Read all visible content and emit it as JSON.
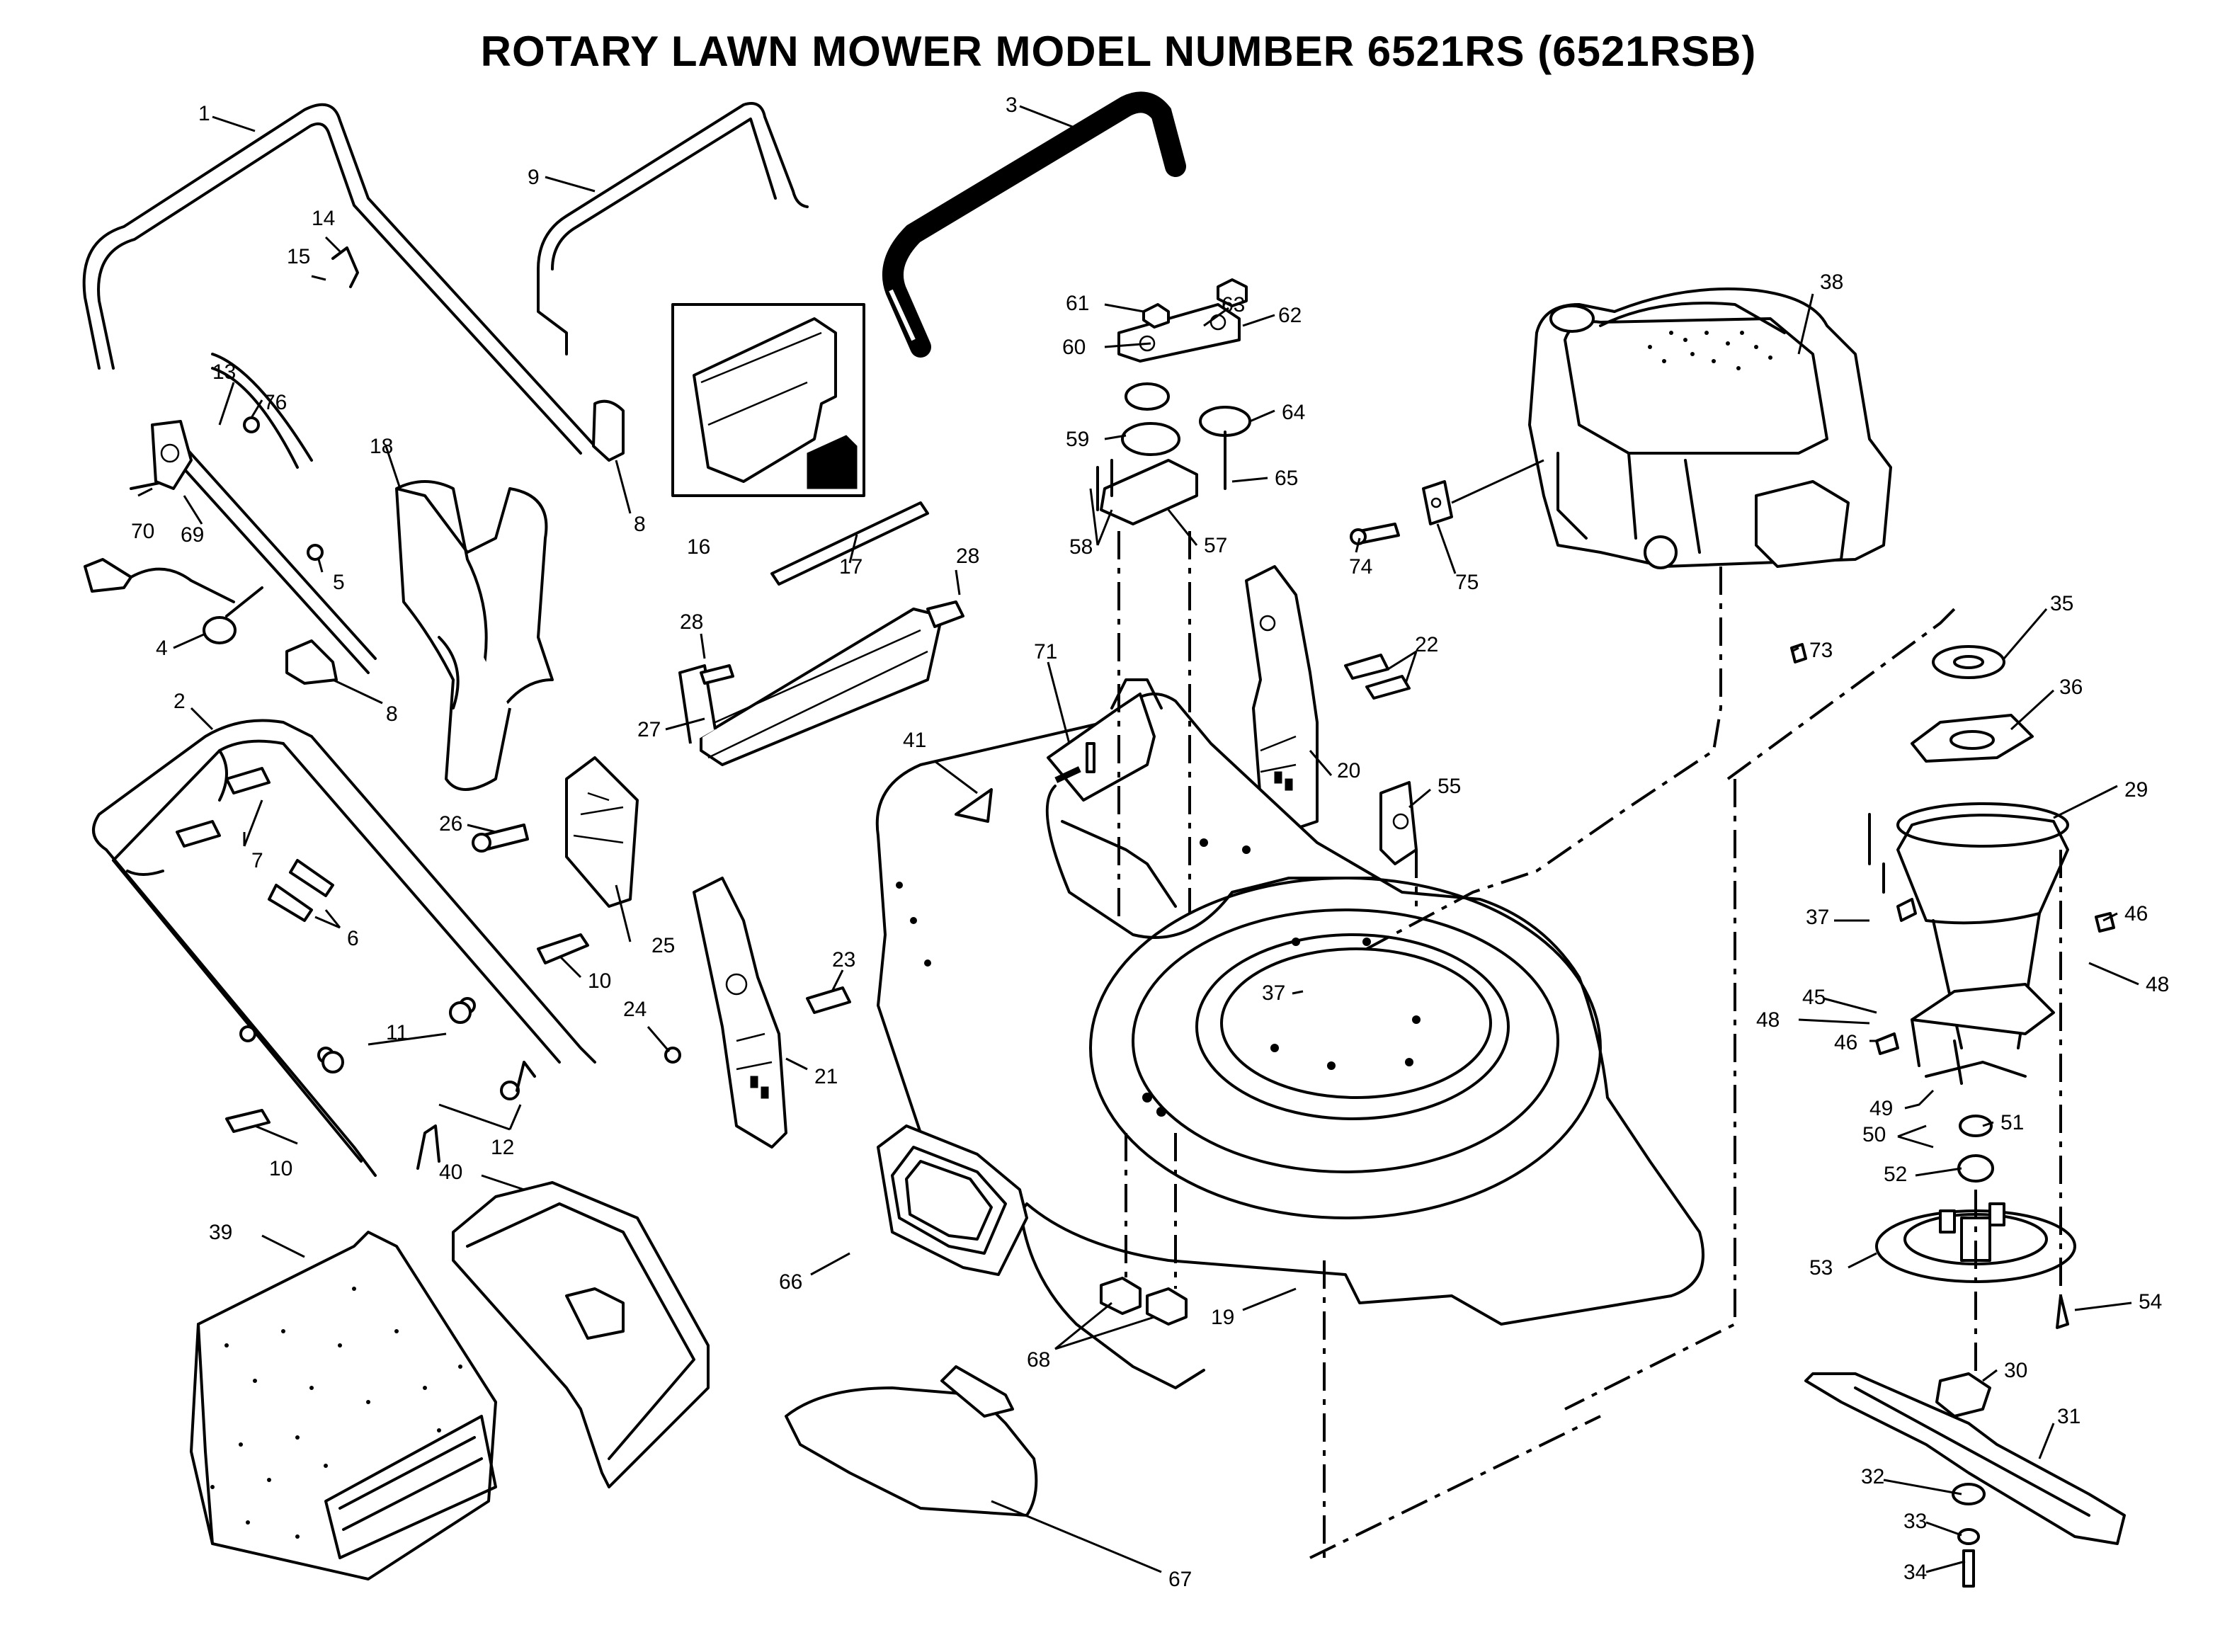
{
  "title": "ROTARY LAWN MOWER MODEL NUMBER 6521RS (6521RSB)",
  "callouts": [
    {
      "id": "c1",
      "text": "1"
    },
    {
      "id": "c2",
      "text": "2"
    },
    {
      "id": "c3",
      "text": "3"
    },
    {
      "id": "c4",
      "text": "4"
    },
    {
      "id": "c5",
      "text": "5"
    },
    {
      "id": "c6",
      "text": "6"
    },
    {
      "id": "c7",
      "text": "7"
    },
    {
      "id": "c8a",
      "text": "8"
    },
    {
      "id": "c8b",
      "text": "8"
    },
    {
      "id": "c9",
      "text": "9"
    },
    {
      "id": "c10a",
      "text": "10"
    },
    {
      "id": "c10b",
      "text": "10"
    },
    {
      "id": "c11",
      "text": "11"
    },
    {
      "id": "c12",
      "text": "12"
    },
    {
      "id": "c13",
      "text": "13"
    },
    {
      "id": "c14",
      "text": "14"
    },
    {
      "id": "c15",
      "text": "15"
    },
    {
      "id": "c16",
      "text": "16"
    },
    {
      "id": "c17",
      "text": "17"
    },
    {
      "id": "c18",
      "text": "18"
    },
    {
      "id": "c19",
      "text": "19"
    },
    {
      "id": "c20",
      "text": "20"
    },
    {
      "id": "c21",
      "text": "21"
    },
    {
      "id": "c22",
      "text": "22"
    },
    {
      "id": "c23",
      "text": "23"
    },
    {
      "id": "c24",
      "text": "24"
    },
    {
      "id": "c25",
      "text": "25"
    },
    {
      "id": "c26",
      "text": "26"
    },
    {
      "id": "c27",
      "text": "27"
    },
    {
      "id": "c28a",
      "text": "28"
    },
    {
      "id": "c28b",
      "text": "28"
    },
    {
      "id": "c29",
      "text": "29"
    },
    {
      "id": "c30",
      "text": "30"
    },
    {
      "id": "c31",
      "text": "31"
    },
    {
      "id": "c32",
      "text": "32"
    },
    {
      "id": "c33",
      "text": "33"
    },
    {
      "id": "c34",
      "text": "34"
    },
    {
      "id": "c35",
      "text": "35"
    },
    {
      "id": "c36",
      "text": "36"
    },
    {
      "id": "c37a",
      "text": "37"
    },
    {
      "id": "c37b",
      "text": "37"
    },
    {
      "id": "c38",
      "text": "38"
    },
    {
      "id": "c39",
      "text": "39"
    },
    {
      "id": "c40",
      "text": "40"
    },
    {
      "id": "c41",
      "text": "41"
    },
    {
      "id": "c45",
      "text": "45"
    },
    {
      "id": "c46a",
      "text": "46"
    },
    {
      "id": "c46b",
      "text": "46"
    },
    {
      "id": "c48a",
      "text": "48"
    },
    {
      "id": "c48b",
      "text": "48"
    },
    {
      "id": "c49",
      "text": "49"
    },
    {
      "id": "c50",
      "text": "50"
    },
    {
      "id": "c51",
      "text": "51"
    },
    {
      "id": "c52",
      "text": "52"
    },
    {
      "id": "c53",
      "text": "53"
    },
    {
      "id": "c54",
      "text": "54"
    },
    {
      "id": "c55",
      "text": "55"
    },
    {
      "id": "c57",
      "text": "57"
    },
    {
      "id": "c58",
      "text": "58"
    },
    {
      "id": "c59",
      "text": "59"
    },
    {
      "id": "c60",
      "text": "60"
    },
    {
      "id": "c61",
      "text": "61"
    },
    {
      "id": "c62",
      "text": "62"
    },
    {
      "id": "c63",
      "text": "63"
    },
    {
      "id": "c64",
      "text": "64"
    },
    {
      "id": "c65",
      "text": "65"
    },
    {
      "id": "c66",
      "text": "66"
    },
    {
      "id": "c67",
      "text": "67"
    },
    {
      "id": "c68",
      "text": "68"
    },
    {
      "id": "c69",
      "text": "69"
    },
    {
      "id": "c70",
      "text": "70"
    },
    {
      "id": "c71",
      "text": "71"
    },
    {
      "id": "c73",
      "text": "73"
    },
    {
      "id": "c74",
      "text": "74"
    },
    {
      "id": "c75",
      "text": "75"
    },
    {
      "id": "c76",
      "text": "76"
    }
  ]
}
